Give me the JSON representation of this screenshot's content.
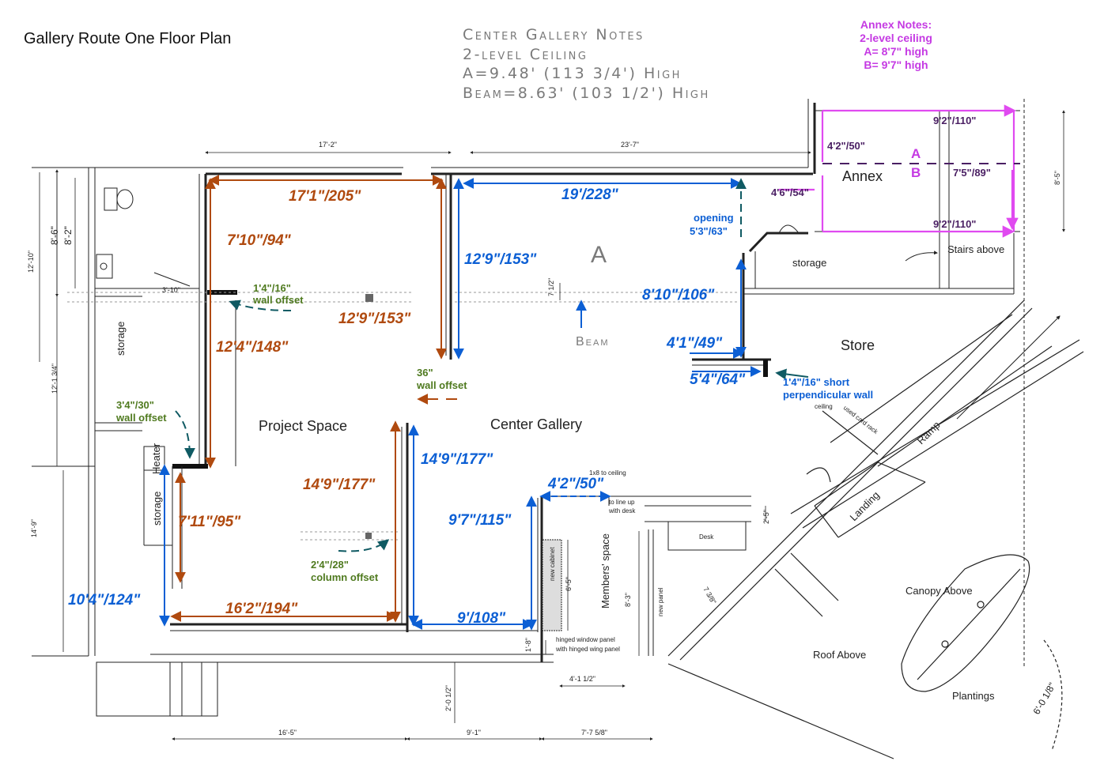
{
  "title": "Gallery Route One Floor Plan",
  "center_notes": {
    "heading": "Center Gallery Notes",
    "line1": "2-level Ceiling",
    "line2": "A=9.48' (113 3/4') High",
    "line3": "Beam=8.63' (103 1/2') High"
  },
  "annex_notes": {
    "heading": "Annex Notes:",
    "line1": "2-level ceiling",
    "line2": "A= 8'7\" high",
    "line3": "B= 9'7\" high"
  },
  "colors": {
    "orange": "#b04a0f",
    "blue": "#0c5fd4",
    "green": "#4f7a1f",
    "teal": "#0f5a63",
    "magenta": "#e04af0",
    "purple": "#4a1f63",
    "note_gray": "#7a7a7a"
  },
  "rooms": {
    "project_space": "Project Space",
    "center_gallery": "Center Gallery",
    "annex": "Annex",
    "store": "Store",
    "storage_top": "storage",
    "storage_left": "storage",
    "storage_left2": "storage",
    "heater": "Heater",
    "stairs_above": "Stairs above",
    "members_space": "Members' space",
    "ramp": "Ramp",
    "landing": "Landing",
    "canopy_above": "Canopy Above",
    "roof_above": "Roof Above",
    "plantings": "Plantings",
    "beam": "Beam",
    "zone_a": "A",
    "annex_a": "A",
    "annex_b": "B"
  },
  "dims_orange": {
    "d1": "17'1\"/205\"",
    "d2": "7'10\"/94\"",
    "d3": "12'9\"/153\"",
    "d4": "12'4\"/148\"",
    "d5": "14'9\"/177\"",
    "d6": "7'11\"/95\"",
    "d7": "16'2\"/194\""
  },
  "dims_blue": {
    "d1": "19'/228\"",
    "d2": "12'9\"/153\"",
    "d3": "8'10\"/106\"",
    "d4": "4'1\"/49\"",
    "d5": "5'4\"/64\"",
    "d6": "14'9\"/177\"",
    "d7": "4'2\"/50\"",
    "d8": "9'7\"/115\"",
    "d9": "9'/108\"",
    "d10": "10'4\"/124\"",
    "opening_label": "opening",
    "opening_value": "5'3\"/63\"",
    "short_wall_1": "1'4\"/16\" short",
    "short_wall_2": "perpendicular wall"
  },
  "dims_green": {
    "w1a": "1'4\"/16\"",
    "w1b": "wall offset",
    "w2a": "36\"",
    "w2b": "wall offset",
    "w3a": "3'4\"/30\"",
    "w3b": "wall offset",
    "w4a": "2'4\"/28\"",
    "w4b": "column offset"
  },
  "dims_magenta": {
    "d1": "9'2\"/110\"",
    "d2": "7'5\"/89\"",
    "d3": "9'2\"/110\"",
    "d4": "4'6\"/54\""
  },
  "dims_purple": {
    "d1": "4'2\"/50\""
  },
  "arch_dims": {
    "top1": "17'-2\"",
    "top2": "23'-7\"",
    "left_a": "8'-6\"",
    "left_b": "8'-2\"",
    "left_c": "12'-10\"",
    "left_d": "12'-1 3/4\"",
    "left_e": "14'-9\"",
    "small_a": "3'-10\"",
    "small_b": "7 1/2\"",
    "right": "8'-5\"",
    "bottom1": "16'-5\"",
    "bottom2": "9'-1\"",
    "bottom3": "7'-7 5/8\"",
    "b_small1": "2'-0 1/2\"",
    "b_small2": "1'-8\"",
    "b_small3": "4'-1 1/2\"",
    "cab_h": "6'-5\"",
    "panel_h": "8'-3\"",
    "desk_h": "2'-5\"",
    "angle": "7 3/8\"",
    "plant": "6'-0 1/8\""
  },
  "small_notes": {
    "n1a": "1x8 to ceiling",
    "n1b": "to line up",
    "n1c": "with desk",
    "desk": "Desk",
    "new_cabinet": "new cabinet",
    "new_panel": "new panel",
    "hinged1": "hinged window panel",
    "hinged2": "with hinged wing panel",
    "ceiling": "ceiling",
    "card_rack": "used card rack"
  }
}
